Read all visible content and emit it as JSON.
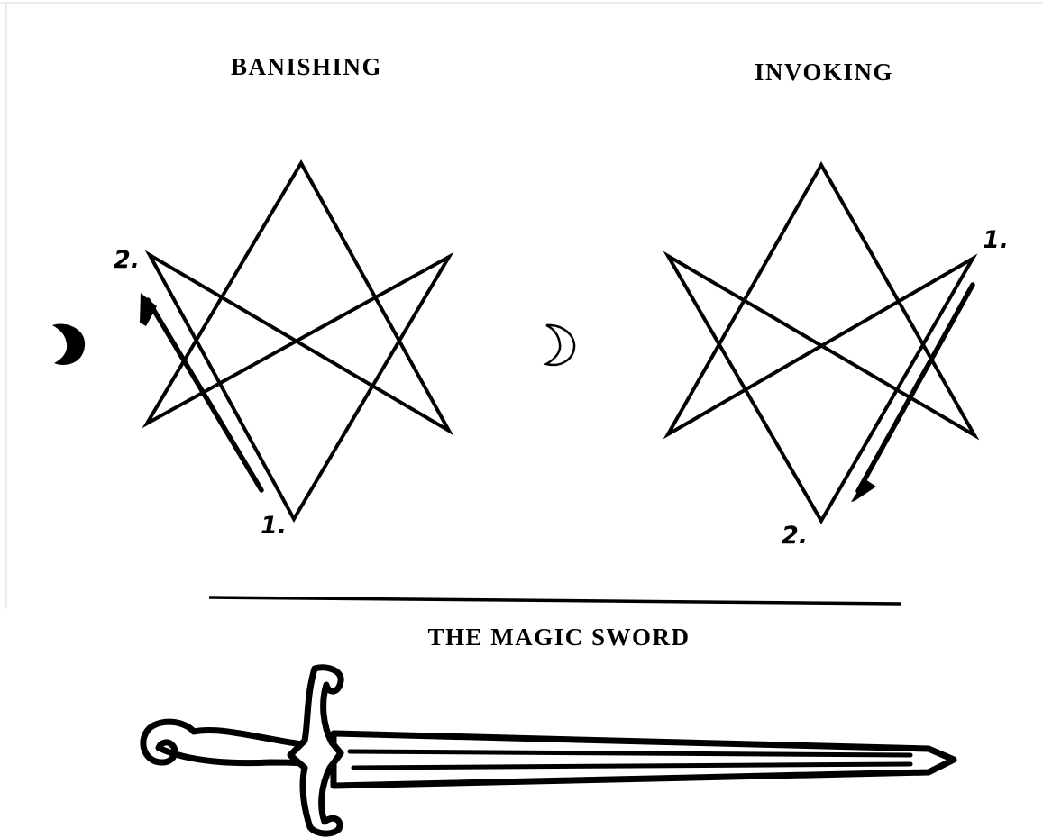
{
  "banishing": {
    "title": "BANISHING",
    "start_label": "1.",
    "end_label": "2.",
    "moon_icon": "waning-crescent-moon-icon"
  },
  "invoking": {
    "title": "INVOKING",
    "start_label": "1.",
    "end_label": "2.",
    "moon_icon": "waxing-crescent-moon-icon"
  },
  "sword": {
    "title": "THE MAGIC SWORD",
    "icon": "sword-icon"
  },
  "colors": {
    "ink": "#000000",
    "paper": "#ffffff"
  }
}
